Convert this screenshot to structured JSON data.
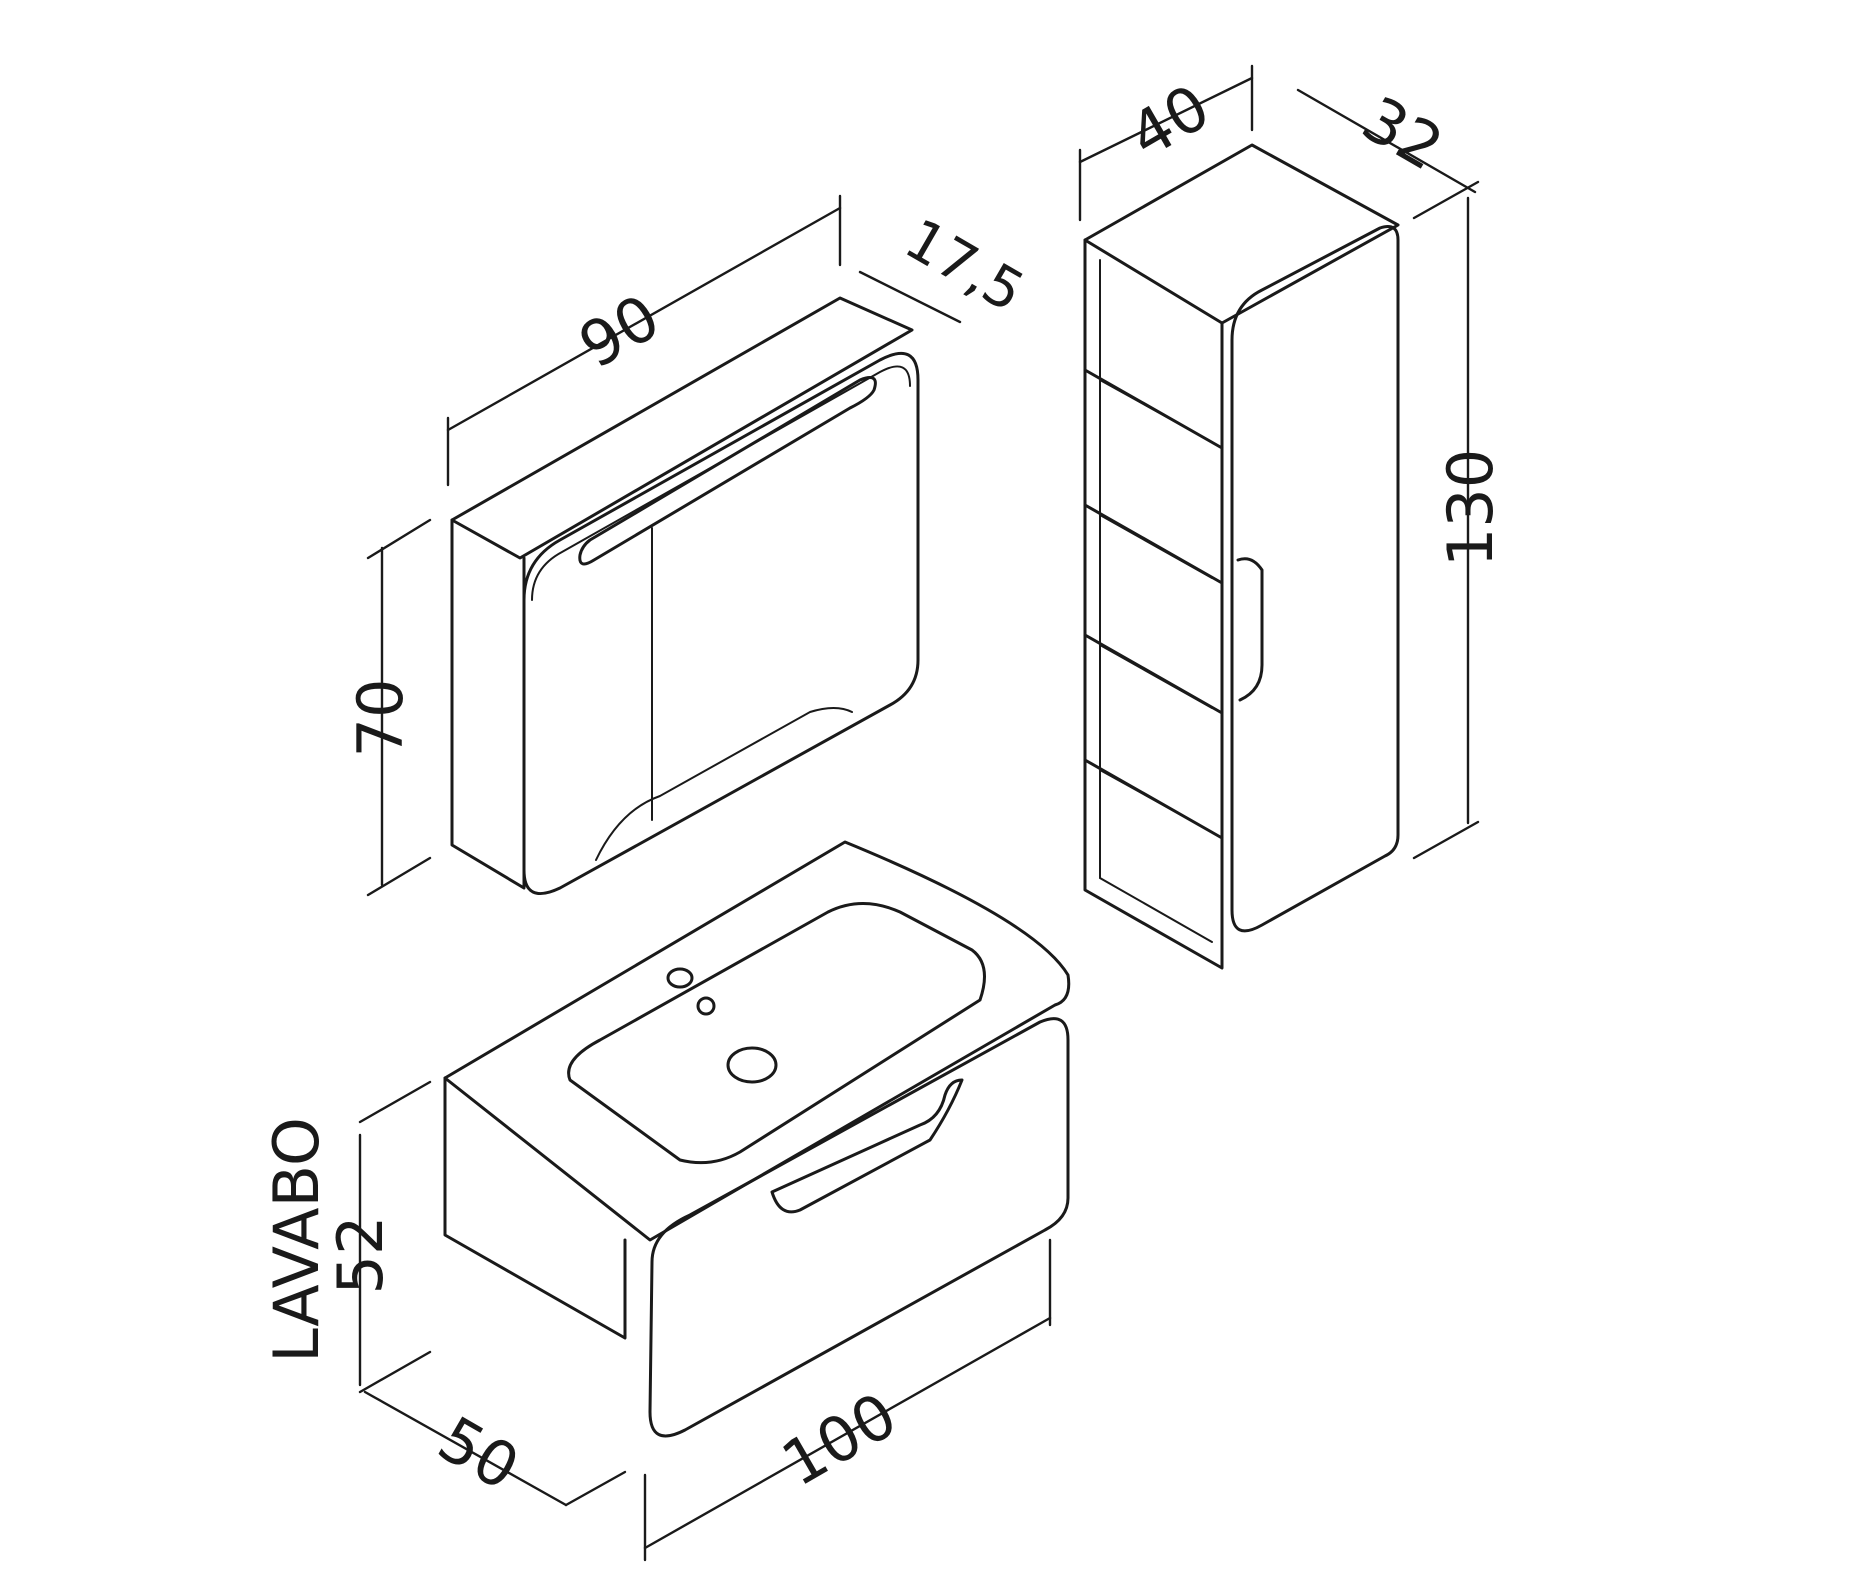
{
  "colors": {
    "line": "#1a1a1a",
    "background": "#ffffff"
  },
  "mirror_cabinet": {
    "width": "90",
    "depth": "17,5",
    "height": "70"
  },
  "tall_column": {
    "width": "40",
    "depth": "32",
    "height": "130"
  },
  "vanity": {
    "name": "LAVABO",
    "height": "52",
    "depth": "50",
    "width": "100"
  }
}
